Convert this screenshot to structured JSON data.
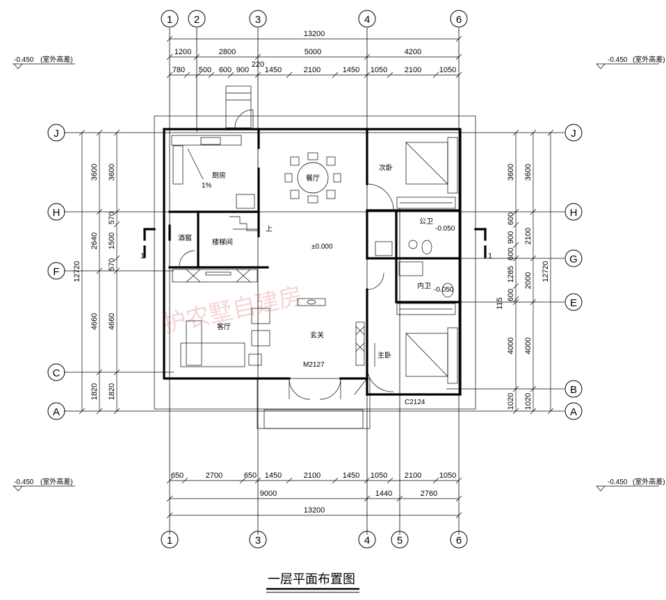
{
  "title": "一层平面布置图",
  "watermark": "护农墅自建房",
  "axes": {
    "top_row": [
      "1",
      "2",
      "3",
      "4",
      "6"
    ],
    "bottom_row": [
      "1",
      "3",
      "4",
      "5",
      "6"
    ],
    "left_col": [
      "J",
      "H",
      "F",
      "C",
      "A"
    ],
    "right_col": [
      "J",
      "H",
      "G",
      "E",
      "B",
      "A"
    ]
  },
  "dims_top": {
    "total": "13200",
    "row1": [
      "1200",
      "2800",
      "5000",
      "4200"
    ],
    "row2": [
      "780",
      "500",
      "600",
      "900",
      "1450",
      "2100",
      "1450",
      "1050",
      "2100",
      "1050"
    ],
    "small": "220"
  },
  "dims_bottom": {
    "row1": [
      "650",
      "2700",
      "650",
      "1450",
      "2100",
      "1450",
      "1050",
      "2100",
      "1050"
    ],
    "row2": [
      "9000",
      "1440",
      "2760"
    ],
    "total": "13200"
  },
  "dims_left": {
    "total": "12720",
    "outer": [
      "3600",
      "2640",
      "4660",
      "1820"
    ],
    "inner": [
      "3600",
      "570",
      "1500",
      "570",
      "4660",
      "1820"
    ]
  },
  "dims_right": {
    "total": "12720",
    "outer": [
      "3600",
      "2100",
      "2000",
      "4000",
      "1020"
    ],
    "inner": [
      "3600",
      "600",
      "900",
      "600",
      "1285",
      "600",
      "115",
      "4000",
      "1020"
    ]
  },
  "levels": {
    "outdoor_label": "-0.450",
    "outdoor_note": "(室外高差)",
    "floor": "±0.000",
    "wet1": "-0.050",
    "wet2": "-0.050"
  },
  "rooms": {
    "kitchen": "厨房",
    "dining": "餐厅",
    "bedroom2": "次卧",
    "public_bath": "公卫",
    "inner_bath": "内卫",
    "stair": "楼梯间",
    "wine": "酒窖",
    "living": "客厅",
    "foyer": "玄关",
    "master": "主卧"
  },
  "tags": {
    "door_main": "M2127",
    "window_south": "C2124",
    "section_mark": "1",
    "stair_up": "上",
    "slope": "1%"
  }
}
